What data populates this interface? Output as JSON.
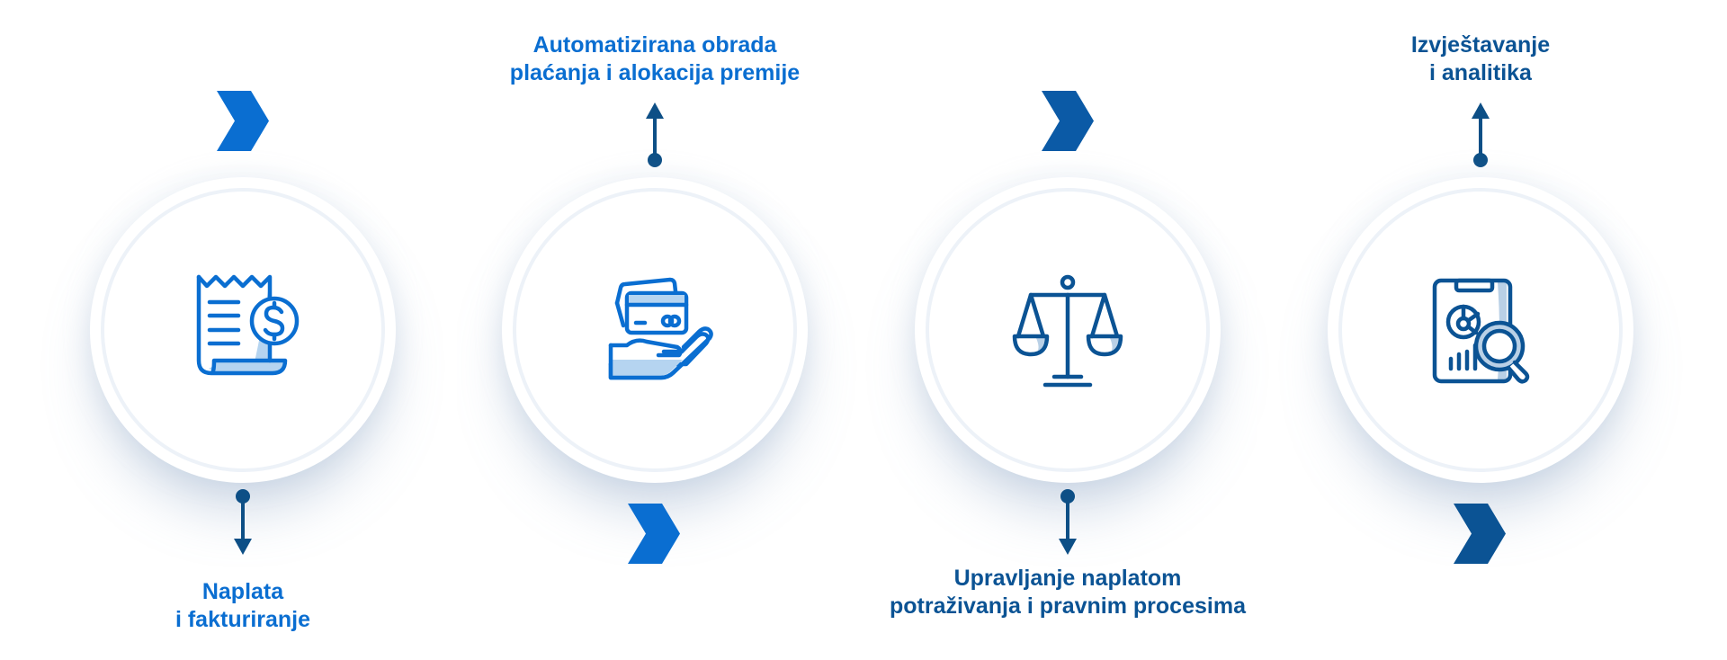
{
  "colors": {
    "primary": "#0a6ed1",
    "primary_light": "#b5d4f0",
    "secondary": "#0b5394",
    "secondary_light": "#b9d0e6",
    "connector": "#0d4f86",
    "ring": "#edf2f8",
    "background": "#ffffff"
  },
  "steps": [
    {
      "id": "billing",
      "icon": "receipt-dollar-icon",
      "label_lines": [
        "Naplata",
        "i fakturiranje"
      ],
      "label_position": "bottom",
      "chevron_position": "top",
      "tone": "primary"
    },
    {
      "id": "payment-processing",
      "icon": "hand-credit-card-icon",
      "label_lines": [
        "Automatizirana obrada",
        "plaćanja i alokacija premije"
      ],
      "label_position": "top",
      "chevron_position": "bottom",
      "tone": "primary"
    },
    {
      "id": "collections-legal",
      "icon": "balance-scale-icon",
      "label_lines": [
        "Upravljanje naplatom",
        "potraživanja i pravnim procesima"
      ],
      "label_position": "bottom",
      "chevron_position": "top",
      "tone": "secondary"
    },
    {
      "id": "reporting",
      "icon": "clipboard-analytics-magnifier-icon",
      "label_lines": [
        "Izvještavanje",
        "i analitika"
      ],
      "label_position": "top",
      "chevron_position": "bottom",
      "tone": "secondary"
    }
  ]
}
